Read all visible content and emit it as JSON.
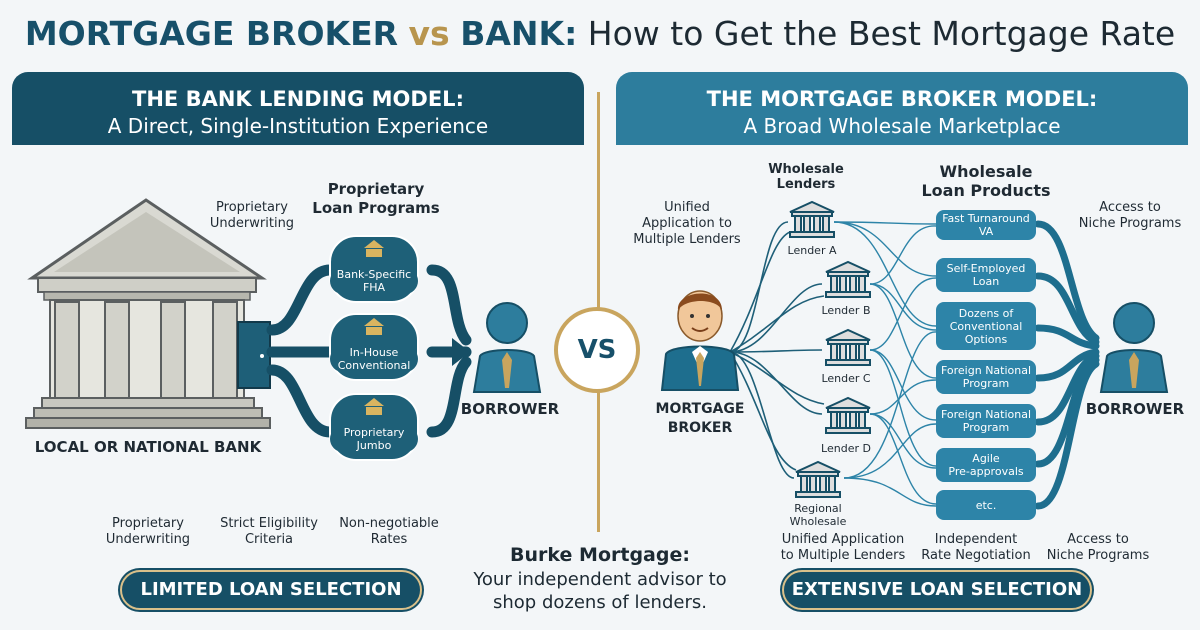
{
  "title": {
    "part1": "MORTGAGE BROKER",
    "part2": "vs",
    "part3": "BANK:",
    "part4": "How to Get the Best Mortgage Rate"
  },
  "bank": {
    "heading": "THE BANK LENDING MODEL:",
    "subheading": "A Direct, Single-Institution Experience",
    "institution_label": "LOCAL OR NATIONAL BANK",
    "underwriting_top": "Proprietary\nUnderwriting",
    "programs_heading": "Proprietary\nLoan Programs",
    "programs": [
      "Bank-Specific\nFHA",
      "In-House\nConventional",
      "Proprietary\nJumbo"
    ],
    "borrower_label": "BORROWER",
    "bottom_notes": [
      "Proprietary\nUnderwriting",
      "Strict Eligibility\nCriteria",
      "Non-negotiable\nRates"
    ],
    "pill": "LIMITED LOAN SELECTION"
  },
  "broker": {
    "heading": "THE MORTGAGE BROKER MODEL:",
    "subheading": "A Broad Wholesale Marketplace",
    "lenders_heading": "Wholesale\nLenders",
    "products_heading": "Wholesale\nLoan Products",
    "unified_top": "Unified\nApplication to\nMultiple Lenders",
    "niche_top": "Access to\nNiche Programs",
    "broker_label": "MORTGAGE\nBROKER",
    "lenders": [
      "Lender A",
      "Lender B",
      "Lender C",
      "Lender D",
      "Regional\nWholesale"
    ],
    "products": [
      "Fast Turnaround\nVA",
      "Self-Employed\nLoan",
      "Dozens of\nConventional\nOptions",
      "Foreign National\nProgram",
      "Foreign National\nProgram",
      "Agile\nPre-approvals",
      "etc."
    ],
    "borrower_label": "BORROWER",
    "bottom_notes": [
      "Unified Application\nto Multiple Lenders",
      "Independent\nRate Negotiation",
      "Access to\nNiche Programs"
    ],
    "pill": "EXTENSIVE LOAN SELECTION"
  },
  "vs_label": "VS",
  "footer": {
    "brand": "Burke Mortgage:",
    "tagline": "Your independent advisor to\nshop dozens of lenders."
  },
  "colors": {
    "navy": "#164f66",
    "teal": "#2d7d9d",
    "gold": "#c9a55e"
  }
}
